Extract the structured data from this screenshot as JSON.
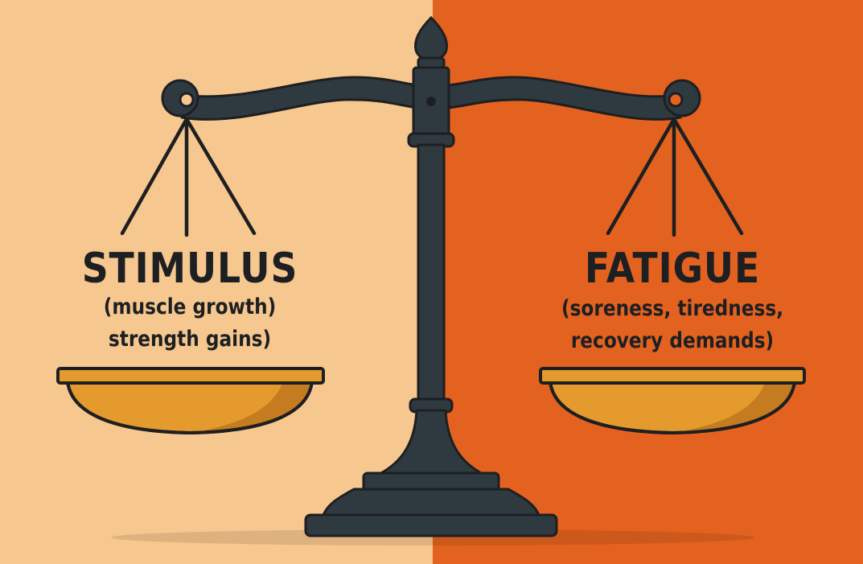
{
  "left_pan": {
    "heading": "STIMULUS",
    "line1": "(muscle growth)",
    "line2": "strength gains)"
  },
  "right_pan": {
    "heading": "FATIGUE",
    "line1": "(soreness, tiredness,",
    "line2": "recovery demands)"
  },
  "colors": {
    "left_background": "#f6c78e",
    "right_background": "#e4621f",
    "scale_body": "#2f3a40",
    "pan_fill": "#e49a2c",
    "pan_shadow": "#c0761f",
    "outline": "#1d1f22"
  }
}
